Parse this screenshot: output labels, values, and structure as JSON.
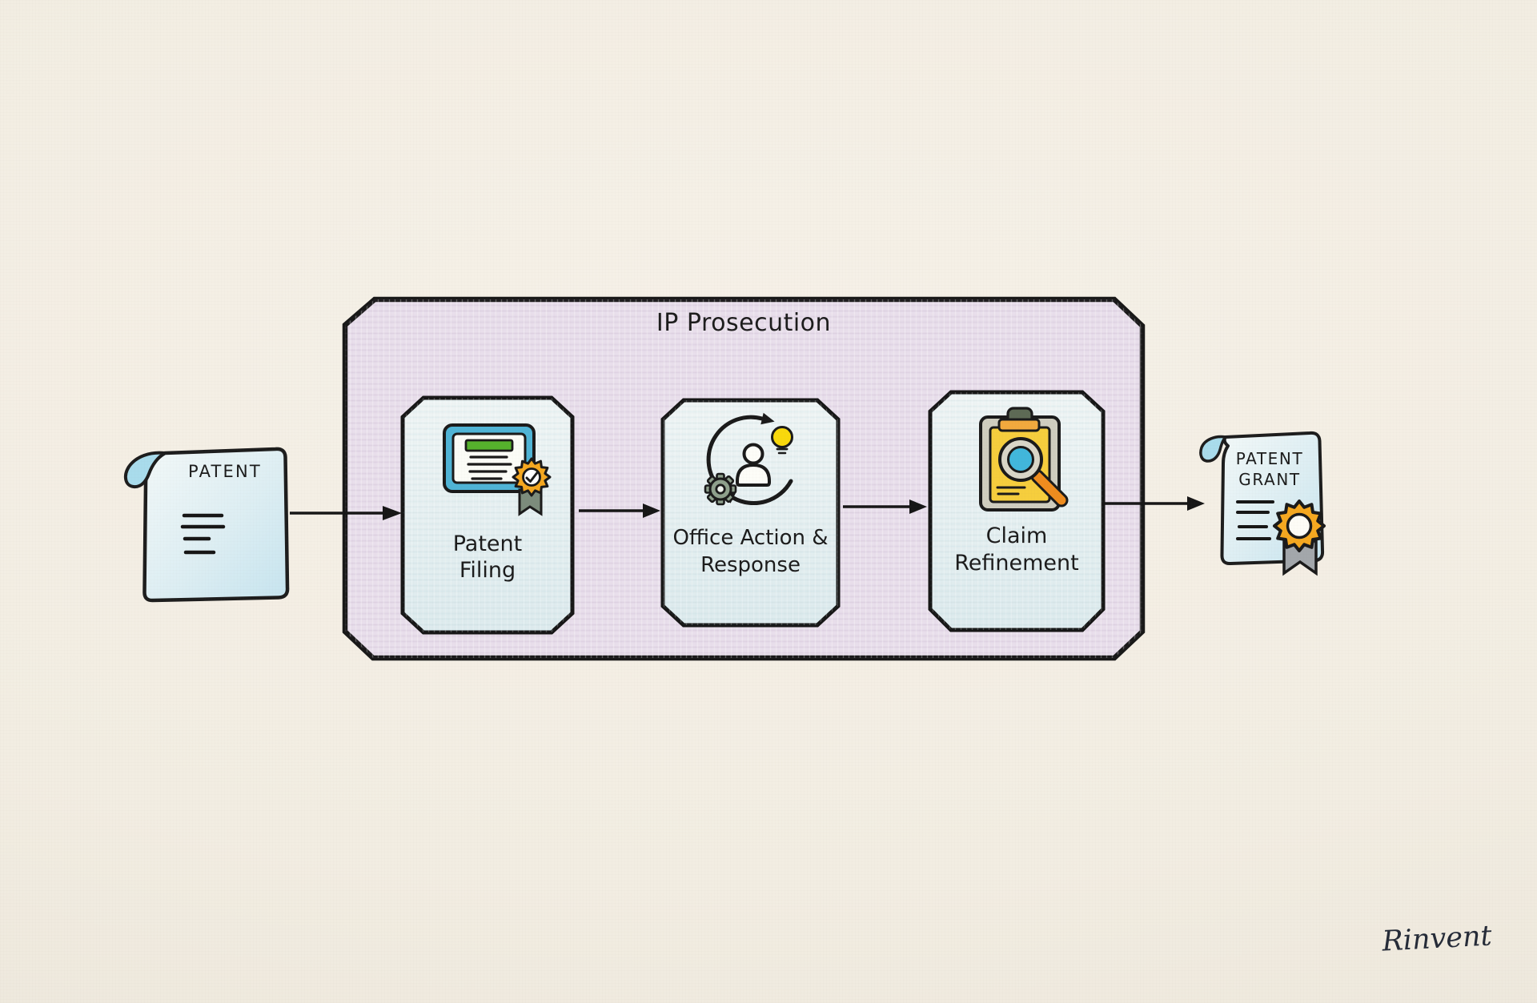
{
  "diagram": {
    "title": "IP Prosecution",
    "signature": "Rinvent",
    "input_document": {
      "label": "PATENT"
    },
    "output_document": {
      "label_line1": "PATENT",
      "label_line2": "GRANT"
    },
    "steps": [
      {
        "label_line1": "Patent",
        "label_line2": "Filing",
        "icon": "certificate-seal-icon"
      },
      {
        "label_line1": "Office Action &",
        "label_line2": "Response",
        "icon": "refresh-cycle-person-idea-icon"
      },
      {
        "label_line1": "Claim",
        "label_line2": "Refinement",
        "icon": "clipboard-magnifier-icon"
      }
    ],
    "colors": {
      "page_bg": "#f2ede2",
      "container_fill": "#e9dfec",
      "box_fill": "#e8f0f2",
      "ink": "#1c1c1c",
      "document_blue": "#cde7f0",
      "seal_orange": "#f5a820",
      "bulb_yellow": "#f9d90c",
      "bar_green": "#55b22c",
      "frame_blue": "#4fb4d6",
      "lens_blue": "#41b7dc",
      "handle_orange": "#ef8c1e",
      "gear_olive": "#8ea08c",
      "ribbon_gray": "#a3a7ab",
      "ribbon_green_gray": "#7c8c7c"
    }
  }
}
